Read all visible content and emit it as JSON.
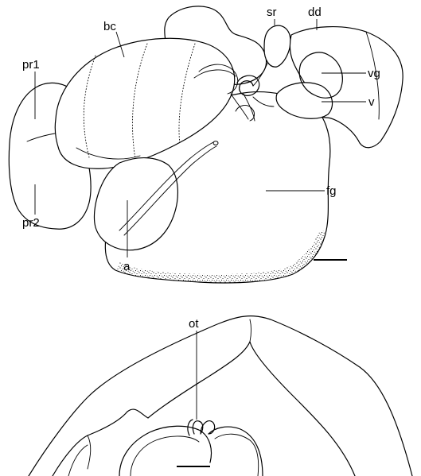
{
  "figure_a": {
    "labels": {
      "bc": "bc",
      "sr": "sr",
      "dd": "dd",
      "pr1": "pr1",
      "vg": "vg",
      "v": "v",
      "fg": "fg",
      "pr2": "pr2",
      "a": "a"
    }
  },
  "figure_b": {
    "labels": {
      "ot": "ot"
    }
  }
}
